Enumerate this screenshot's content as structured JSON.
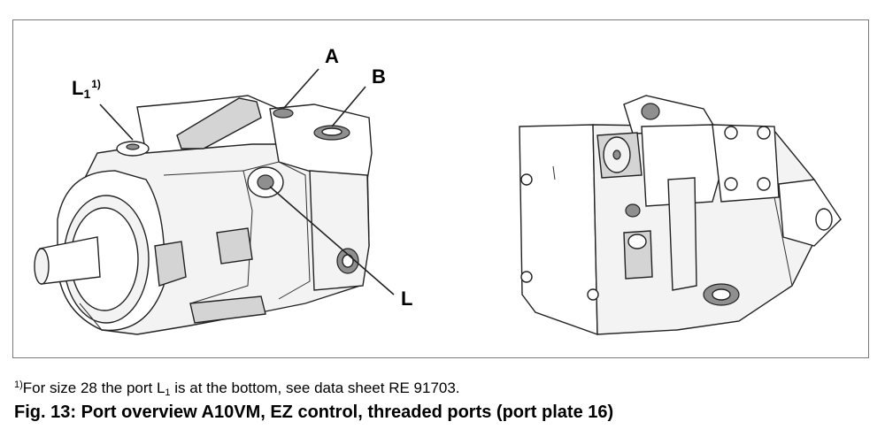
{
  "figure": {
    "labels": {
      "l1_letter": "L",
      "l1_subscript": "1",
      "l1_superscript": "1)",
      "a": "A",
      "b": "B",
      "l": "L"
    }
  },
  "footnote": {
    "marker": "1)",
    "text_before": "For size 28 the port L",
    "subscript": "1",
    "text_after": " is at the bottom, see data sheet RE 91703."
  },
  "caption": "Fig. 13: Port overview A10VM, EZ control, threaded ports (port plate 16)"
}
